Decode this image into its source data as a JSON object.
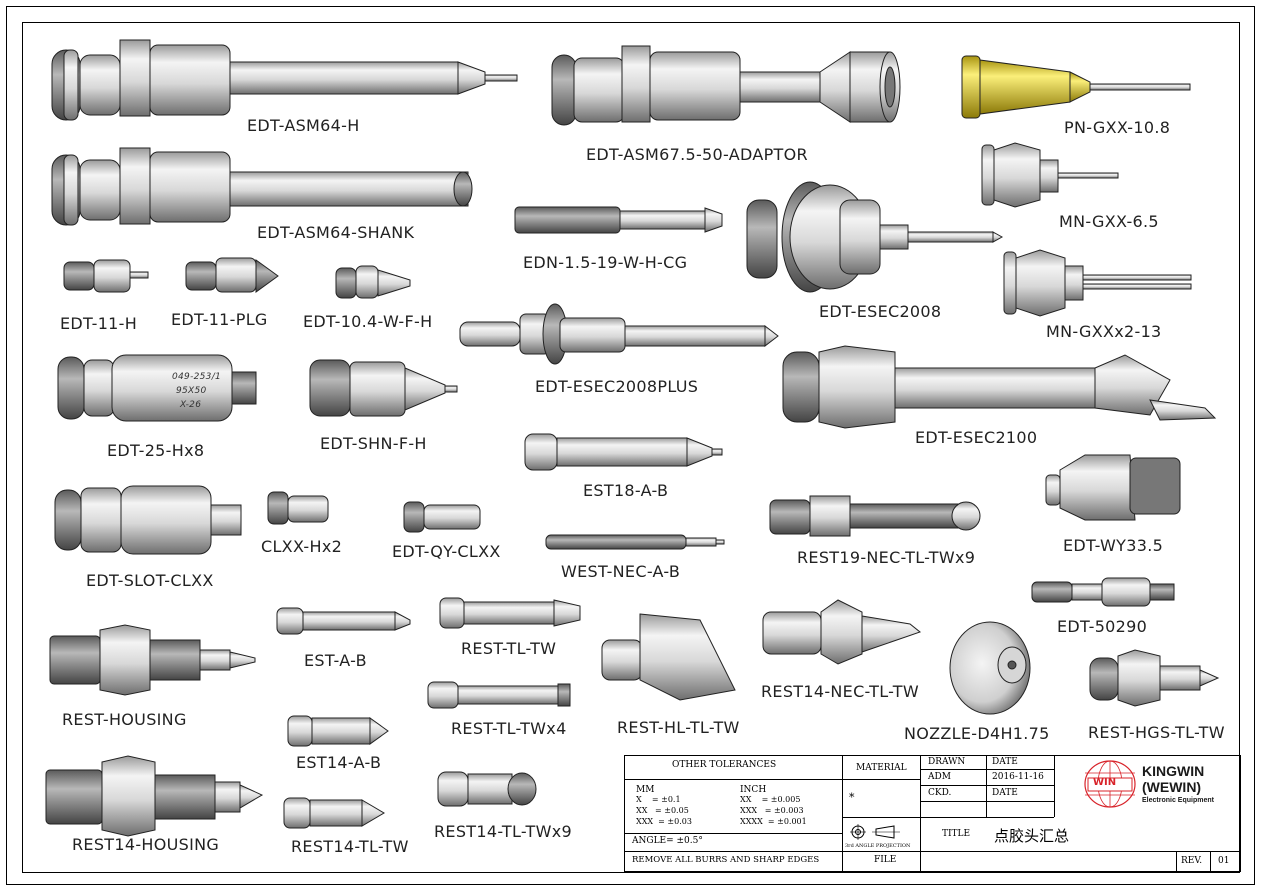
{
  "parts": {
    "edt_asm64_h": "EDT-ASM64-H",
    "edt_asm64_shank": "EDT-ASM64-SHANK",
    "edt_asm675": "EDT-ASM67.5-50-ADAPTOR",
    "pn_gxx": "PN-GXX-10.8",
    "mn_gxx65": "MN-GXX-6.5",
    "mn_gxxx2": "MN-GXXx2-13",
    "edn": "EDN-1.5-19-W-H-CG",
    "edt_esec2008": "EDT-ESEC2008",
    "edt_11_h": "EDT-11-H",
    "edt_11_plg": "EDT-11-PLG",
    "edt_104": "EDT-10.4-W-F-H",
    "edt_esec2008plus": "EDT-ESEC2008PLUS",
    "edt_25": "EDT-25-Hx8",
    "edt_shn": "EDT-SHN-F-H",
    "edt_esec2100": "EDT-ESEC2100",
    "est18": "EST18-A-B",
    "edt_slot": "EDT-SLOT-CLXX",
    "clxx": "CLXX-Hx2",
    "edt_qy": "EDT-QY-CLXX",
    "west_nec": "WEST-NEC-A-B",
    "rest19": "REST19-NEC-TL-TWx9",
    "edt_wy": "EDT-WY33.5",
    "edt_50290": "EDT-50290",
    "est_a_b": "EST-A-B",
    "rest_tl_tw": "REST-TL-TW",
    "rest_housing": "REST-HOUSING",
    "rest_hl": "REST-HL-TL-TW",
    "rest14_nec": "REST14-NEC-TL-TW",
    "nozzle": "NOZZLE-D4H1.75",
    "rest_hgs": "REST-HGS-TL-TW",
    "rest_tl_twx4": "REST-TL-TWx4",
    "est14": "EST14-A-B",
    "rest14_housing": "REST14-HOUSING",
    "rest14_tl": "REST14-TL-TW",
    "rest14_tlx9": "REST14-TL-TWx9",
    "engraving": [
      "049-253/1",
      "95X50",
      "X-26"
    ]
  },
  "title_block": {
    "other_tolerances": "OTHER TOLERANCES",
    "mm": "MM",
    "mm_rows": [
      "X    = ±0.1",
      "XX   = ±0.05",
      "XXX  = ±0.03"
    ],
    "inch": "INCH",
    "inch_rows": [
      "XX    = ±0.005",
      "XXX   = ±0.003",
      "XXXX  = ±0.001"
    ],
    "angle": "ANGLE= ±0.5°",
    "remove": "REMOVE ALL BURRS AND SHARP EDGES",
    "material": "MATERIAL",
    "material_value": "*",
    "projection": "3rd ANGLE PROJECTION",
    "file": "FILE",
    "drawn": "DRAWN",
    "drawn_by": "ADM",
    "date_label": "DATE",
    "date_value": "2016-11-16",
    "ckd": "CKD.",
    "date_label2": "DATE",
    "title_label": "TITLE",
    "title_value": "点胶头汇总",
    "rev_label": "REV.",
    "rev_value": "01",
    "company_name": "KINGWIN",
    "company_name2": "(WEWIN)",
    "company_sub": "Electronic Equipment",
    "logo_text": "WIN"
  },
  "colors": {
    "metal_light": "#e4e4e4",
    "metal_dark": "#8a8a8a",
    "yellow": "#e6d22a",
    "logo_red": "#d8232a"
  }
}
